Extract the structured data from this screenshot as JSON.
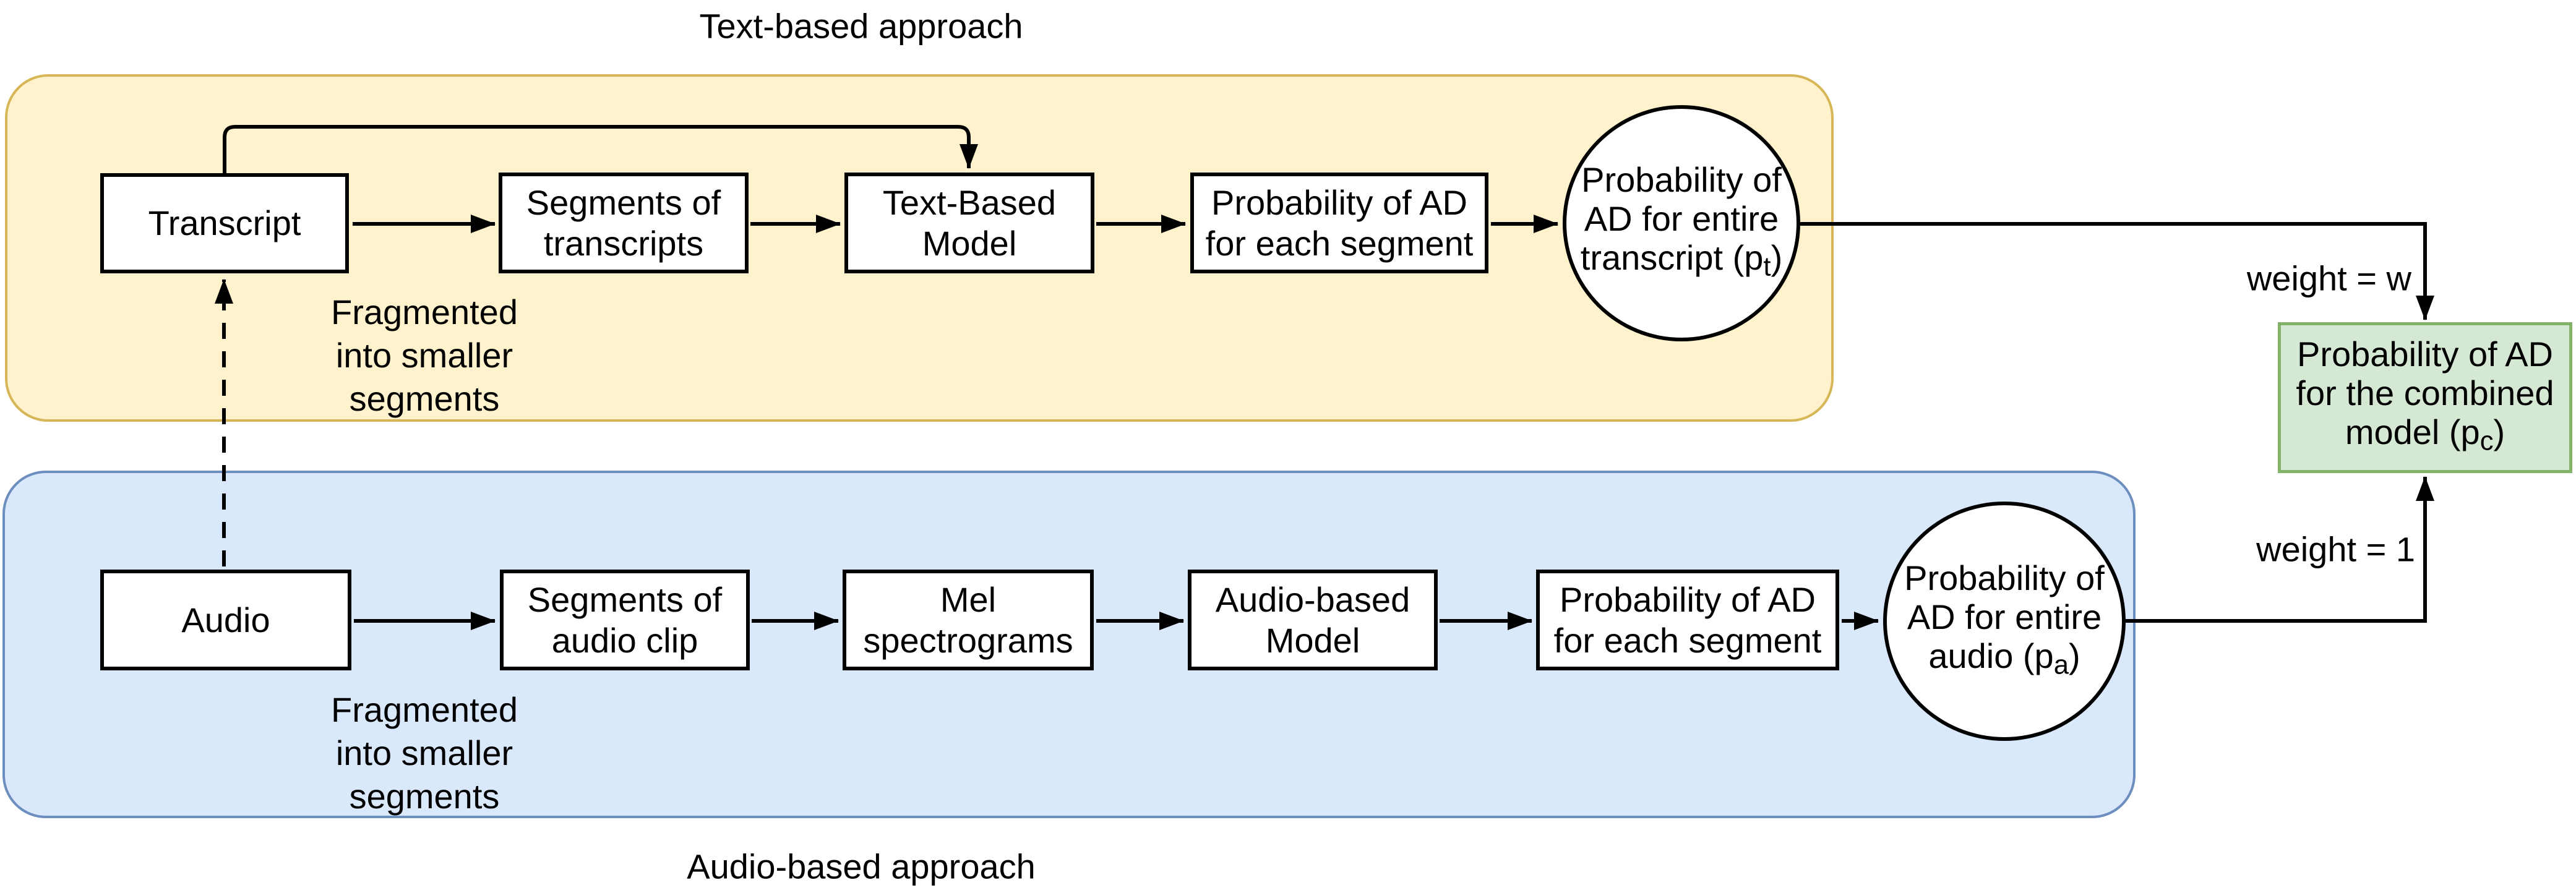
{
  "colors": {
    "yellow_fill": "#FFF2CC",
    "yellow_stroke": "#D6B656",
    "blue_fill": "#DAE8FC",
    "blue_stroke": "#6C8EBF",
    "green_fill": "#D5E8D4",
    "green_stroke": "#82B366",
    "node_fill": "#FFFFFF",
    "node_stroke": "#000000",
    "connector": "#000000"
  },
  "text_branch": {
    "title": "Text-based approach",
    "transcript": "Transcript",
    "segments_l1": "Segments of",
    "segments_l2": "transcripts",
    "model_l1": "Text-Based",
    "model_l2": "Model",
    "prob_l1": "Probability of AD",
    "prob_l2": "for each segment",
    "circle_l1": "Probability of",
    "circle_l2": "AD for entire",
    "circle_l3_pre": "transcript (p",
    "circle_sub": "t",
    "circle_l3_post": ")",
    "note_l1": "Fragmented",
    "note_l2": "into smaller",
    "note_l3": "segments",
    "weight": "weight = w"
  },
  "audio_branch": {
    "title": "Audio-based approach",
    "audio": "Audio",
    "segments_l1": "Segments of",
    "segments_l2": "audio clip",
    "mel_l1": "Mel",
    "mel_l2": "spectrograms",
    "model_l1": "Audio-based",
    "model_l2": "Model",
    "prob_l1": "Probability of AD",
    "prob_l2": "for each segment",
    "circle_l1": "Probability of",
    "circle_l2": "AD for entire",
    "circle_l3_pre": "audio (p",
    "circle_sub": "a",
    "circle_l3_post": ")",
    "note_l1": "Fragmented",
    "note_l2": "into smaller",
    "note_l3": "segments",
    "weight": "weight = 1"
  },
  "combined_box": {
    "l1": "Probability of AD",
    "l2": "for the combined",
    "l3_pre": "model (p",
    "sub": "c",
    "l3_post": ")"
  }
}
